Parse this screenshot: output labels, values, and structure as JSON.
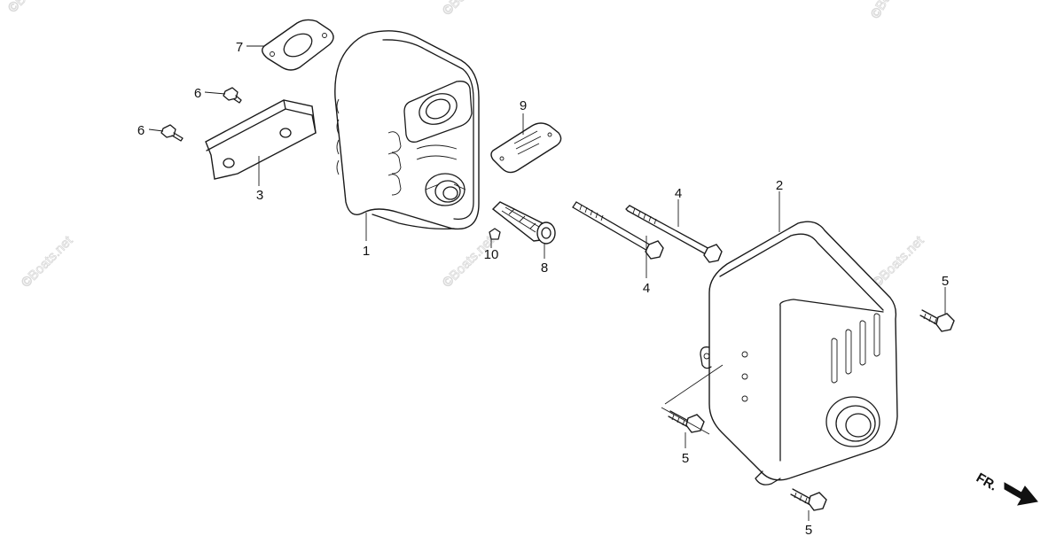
{
  "diagram": {
    "parts": [
      {
        "id": "muffler",
        "label": "1"
      },
      {
        "id": "muffler-protector",
        "label": "2"
      },
      {
        "id": "muffler-stay",
        "label": "3"
      },
      {
        "id": "stud-bolt-upper",
        "label": "4"
      },
      {
        "id": "stud-bolt-lower",
        "label": "4"
      },
      {
        "id": "protector-bolt-right",
        "label": "5"
      },
      {
        "id": "protector-bolt-left",
        "label": "5"
      },
      {
        "id": "protector-bolt-bottom",
        "label": "5"
      },
      {
        "id": "stay-screw-upper",
        "label": "6"
      },
      {
        "id": "stay-screw-lower",
        "label": "6"
      },
      {
        "id": "muffler-gasket",
        "label": "7"
      },
      {
        "id": "spark-arrester",
        "label": "8"
      },
      {
        "id": "arrester-cover-plate",
        "label": "9"
      },
      {
        "id": "arrester-screw",
        "label": "10"
      }
    ],
    "front_indicator": "FR.",
    "watermark": "©Boats.net",
    "colors": {
      "line": "#1a1a1a",
      "background": "#ffffff",
      "watermark": "#d9d9d9"
    }
  }
}
